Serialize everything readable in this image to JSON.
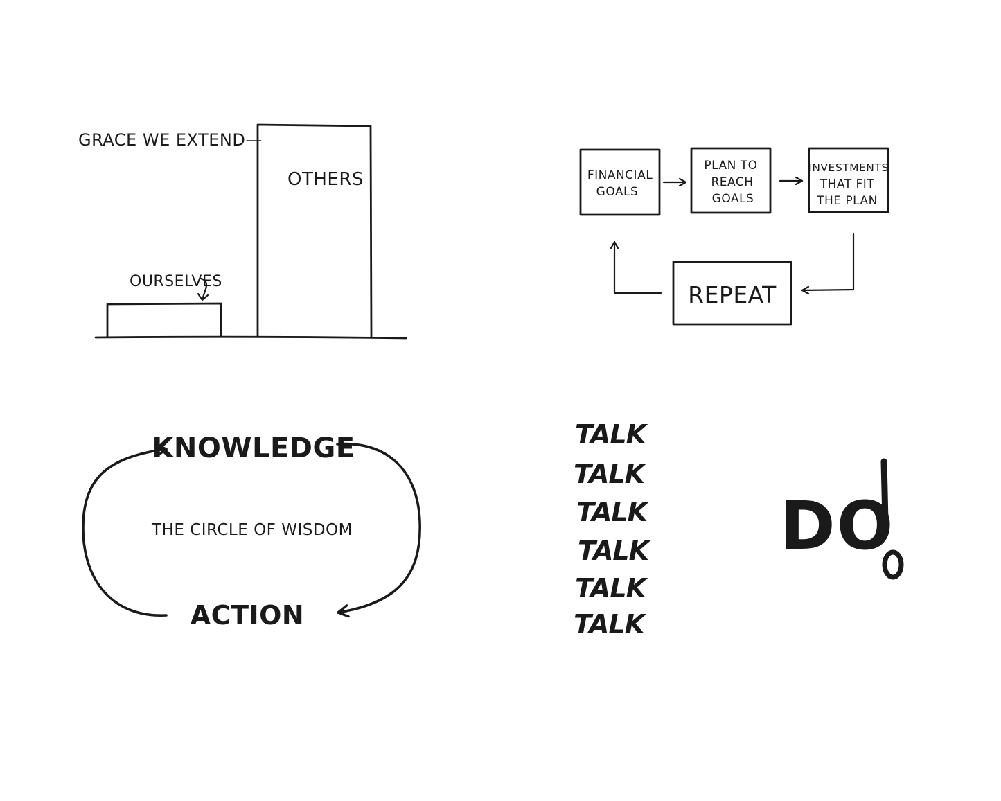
{
  "grace_diagram": {
    "title": "Grace we extend—",
    "bar_small_label": "Ourselves",
    "bar_large_label": "Others"
  },
  "financial_cycle": {
    "box1": [
      "Financial",
      "Goals"
    ],
    "box2": [
      "Plan to",
      "Reach",
      "Goals"
    ],
    "box3": [
      "Investments",
      "that fit",
      "the plan"
    ],
    "repeat_label": "Repeat"
  },
  "wisdom_cycle": {
    "top_label": "Knowledge",
    "center_label": "The circle of wisdom",
    "bottom_label": "Action"
  },
  "talk_do": {
    "talk_words": [
      "Talk",
      "Talk",
      "Talk",
      "Talk",
      "Talk",
      "Talk"
    ],
    "do_label": "DO"
  },
  "colors": {
    "ink": "#1a1a1a",
    "background": "#ffffff"
  }
}
